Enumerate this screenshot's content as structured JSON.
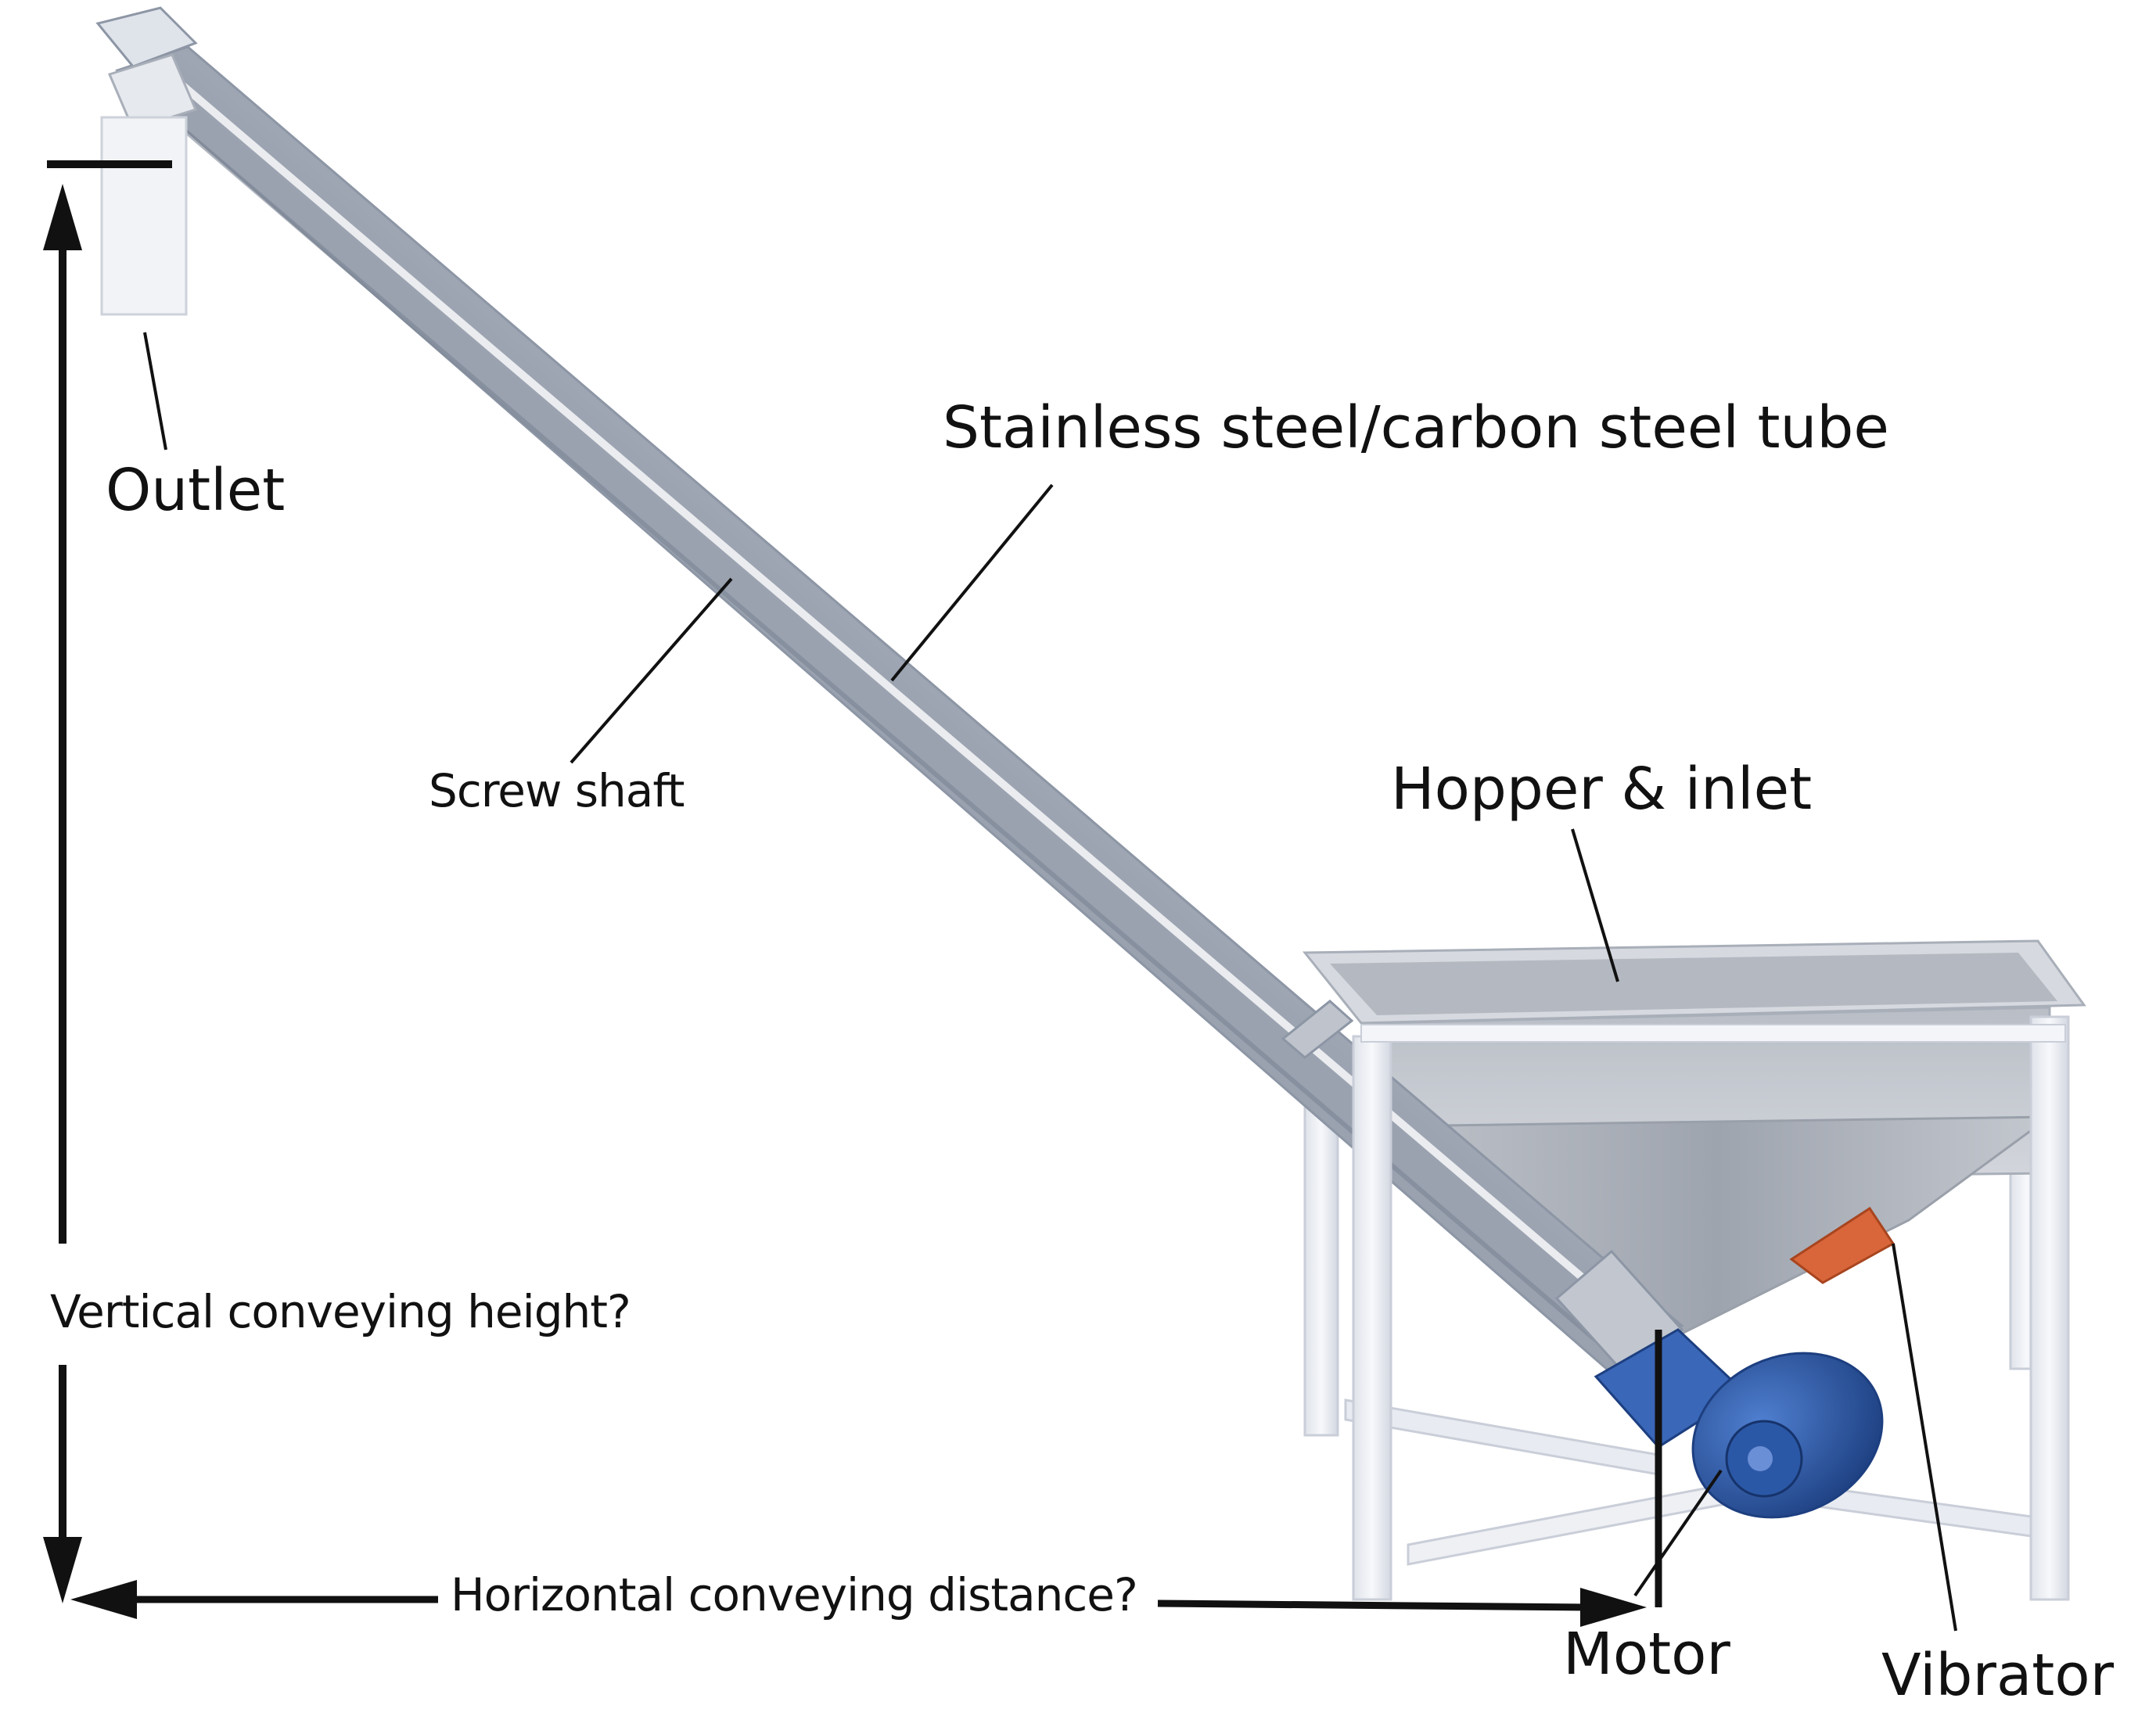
{
  "labels": {
    "outlet": "Outlet",
    "tube": "Stainless steel/carbon steel tube",
    "screw_shaft": "Screw shaft",
    "hopper": "Hopper & inlet",
    "vertical": "Vertical conveying height?",
    "horizontal": "Horizontal conveying distance?",
    "motor": "Motor",
    "vibrator": "Vibrator"
  },
  "colors": {
    "tube_light": "#e9ecf1",
    "tube_mid": "#c6ccd6",
    "tube_dark": "#8d96a5",
    "hopper_fill": "#c3c7ce",
    "hopper_dark": "#9aa0aa",
    "frame": "#f1f3f7",
    "frame_edge": "#c9ced8",
    "motor_blue": "#2f5fb3",
    "motor_dark": "#1d3f80",
    "vibrator_orange": "#d9663a",
    "line": "#111111"
  }
}
